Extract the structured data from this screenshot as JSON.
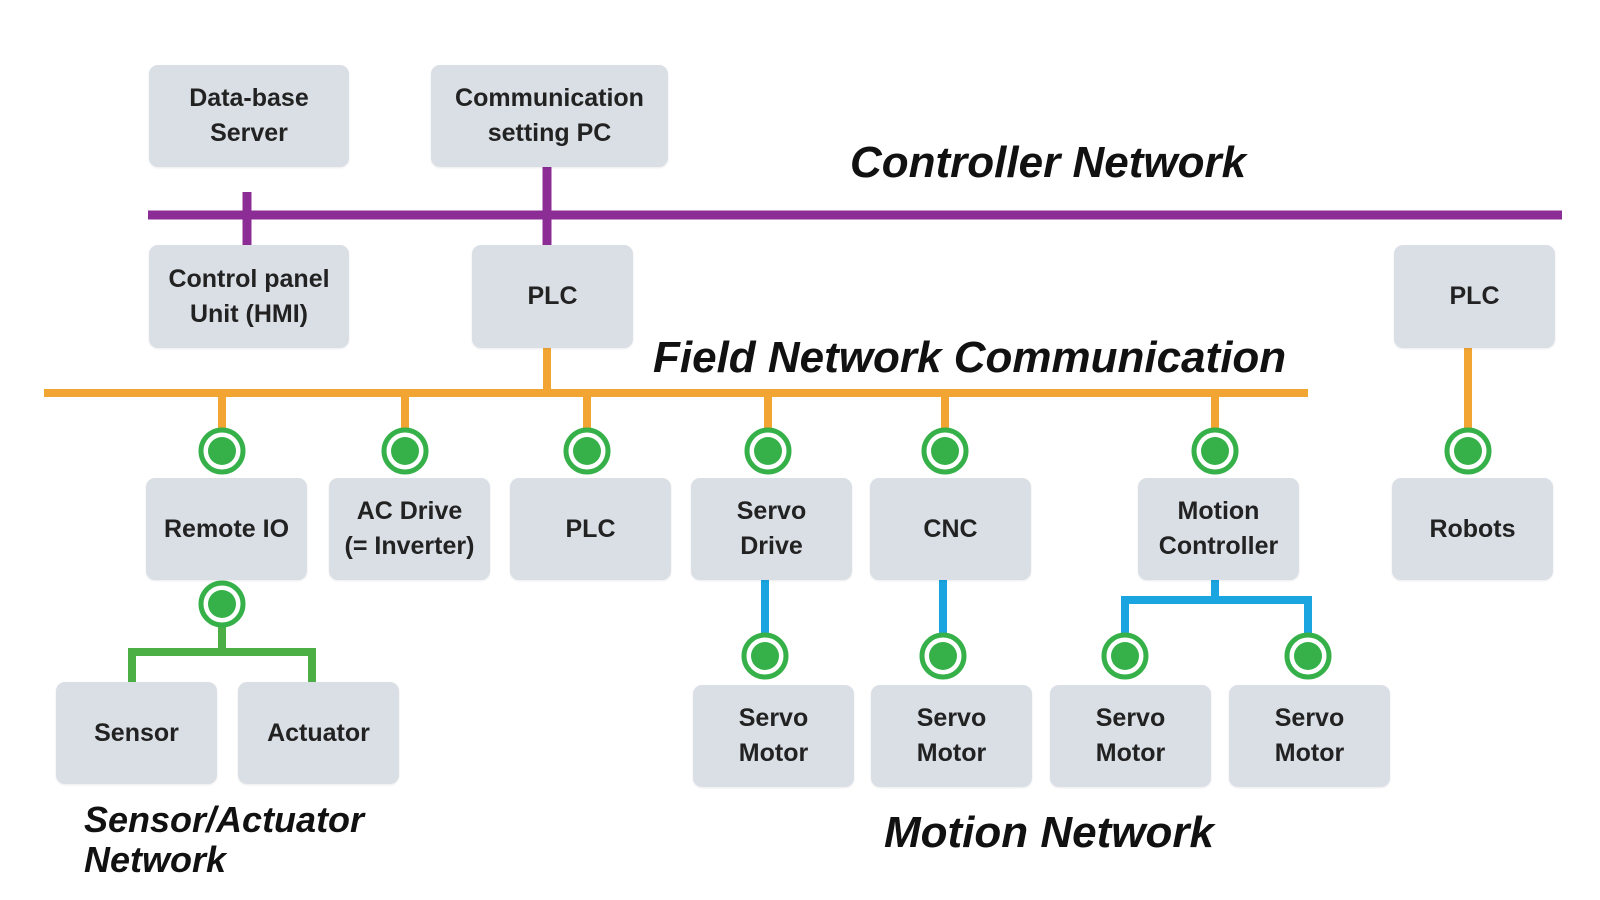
{
  "colors": {
    "controller_bus": "#8c2d96",
    "field_bus": "#f2a533",
    "motion_link": "#1aa4e0",
    "sensor_link": "#4caf46",
    "node_marker": "#36b14a",
    "box_fill": "#d9dfe5"
  },
  "labels": {
    "controller_network": "Controller Network",
    "field_network": "Field Network Communication",
    "sensor_network_line1": "Sensor/Actuator",
    "sensor_network_line2": "Network",
    "motion_network": "Motion Network"
  },
  "nodes": {
    "database_server": [
      "Data-base",
      "Server"
    ],
    "communication_pc": [
      "Communication",
      "setting PC"
    ],
    "hmi": [
      "Control panel",
      "Unit (HMI)"
    ],
    "plc_main": [
      "PLC"
    ],
    "plc_right": [
      "PLC"
    ],
    "remote_io": [
      "Remote IO"
    ],
    "ac_drive": [
      "AC Drive",
      "(= Inverter)"
    ],
    "plc_field": [
      "PLC"
    ],
    "servo_drive": [
      "Servo",
      "Drive"
    ],
    "cnc": [
      "CNC"
    ],
    "motion_controller": [
      "Motion",
      "Controller"
    ],
    "robots": [
      "Robots"
    ],
    "sensor": [
      "Sensor"
    ],
    "actuator": [
      "Actuator"
    ],
    "servo_motor_1": [
      "Servo",
      "Motor"
    ],
    "servo_motor_2": [
      "Servo",
      "Motor"
    ],
    "servo_motor_3": [
      "Servo",
      "Motor"
    ],
    "servo_motor_4": [
      "Servo",
      "Motor"
    ]
  }
}
